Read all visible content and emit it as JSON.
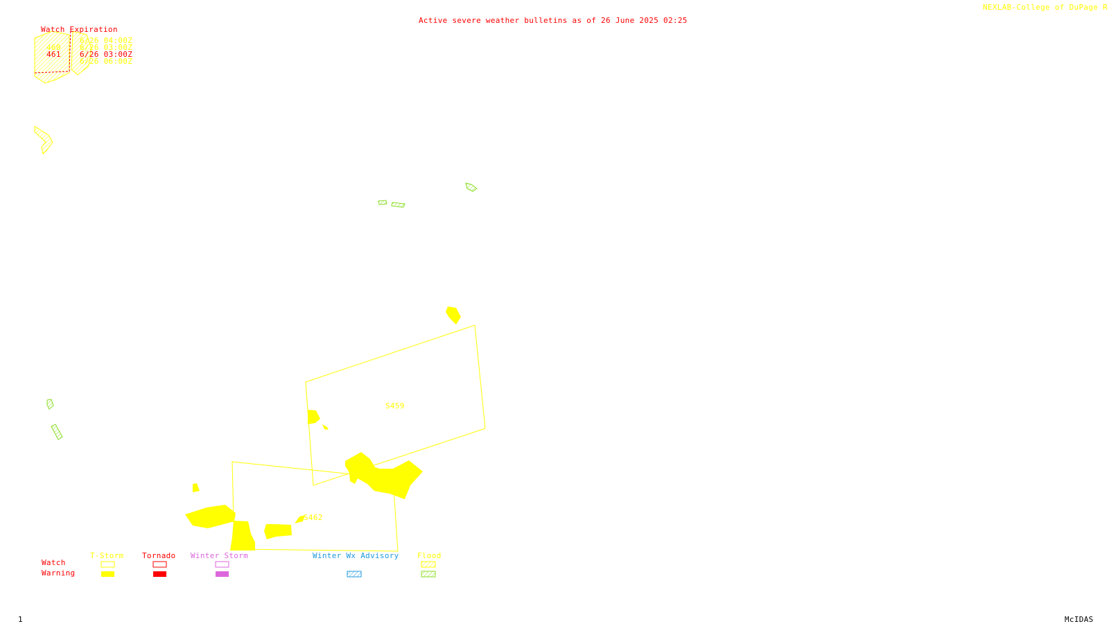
{
  "header": {
    "title": "Active severe weather bulletins as of 26 June 2025 02:25",
    "credit": "NEXLAB-College of DuPage R"
  },
  "watch_table": {
    "heading": "Watch Expiration",
    "rows": [
      {
        "id": "",
        "expires": "6/26 04:00Z",
        "color": "#ffff00"
      },
      {
        "id": "460",
        "expires": "6/26 03:00Z",
        "color": "#ffff00"
      },
      {
        "id": "461",
        "expires": "6/26 03:00Z",
        "color": "#ff0000"
      },
      {
        "id": "",
        "expires": "6/26 06:00Z",
        "color": "#ffff00"
      }
    ]
  },
  "map_labels": {
    "watch_459": "S459",
    "watch_462": "S462"
  },
  "legend": {
    "row_watch": "Watch",
    "row_warning": "Warning",
    "columns": [
      {
        "label": "T-Storm",
        "color": "#ffff00"
      },
      {
        "label": "Tornado",
        "color": "#ff0000"
      },
      {
        "label": "Winter Storm",
        "color": "#dd66dd"
      },
      {
        "label": "Winter Wx Advisory",
        "color": "#2299dd"
      },
      {
        "label": "Flood",
        "color": "#88dd22"
      }
    ]
  },
  "footer": {
    "frame": "1",
    "software": "McIDAS"
  },
  "colors": {
    "tstorm": "#ffff00",
    "tornado": "#ff0000",
    "winter_storm": "#dd66dd",
    "winter_advisory": "#2299dd",
    "flood": "#88dd22",
    "text_red": "#ff0000",
    "background": "#ffffff"
  }
}
